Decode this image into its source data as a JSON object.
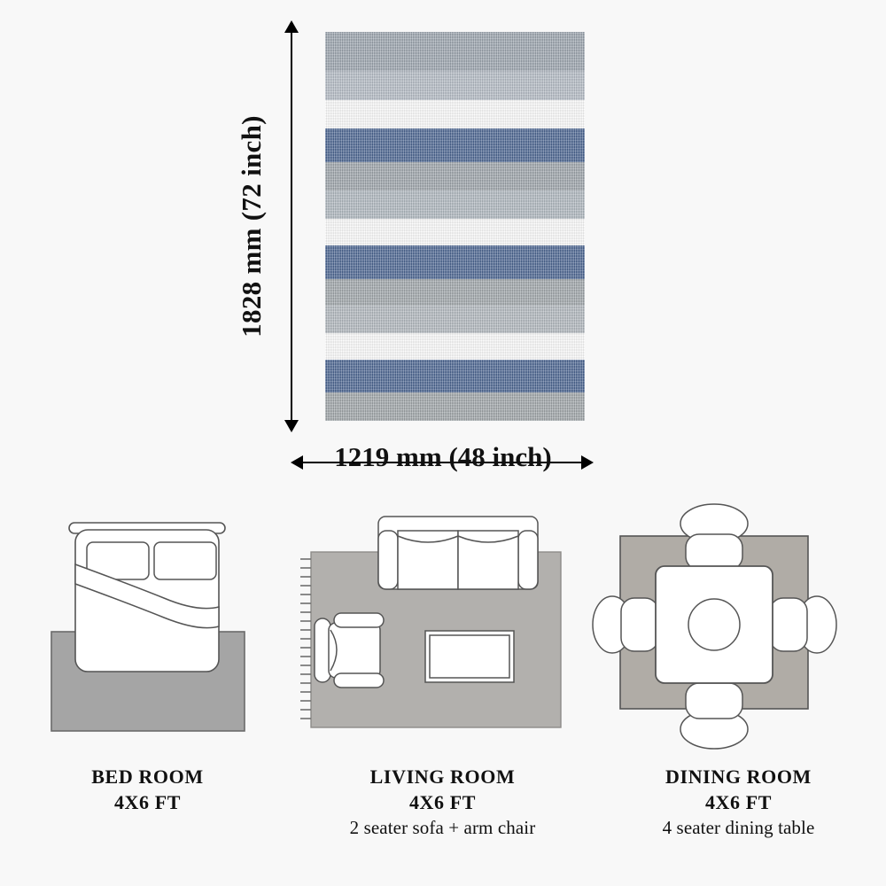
{
  "background_color": "#f8f8f8",
  "specimen": {
    "height_label": "1828 mm (72 inch)",
    "width_label": "1219 mm (48 inch)",
    "arrow_color": "#000000",
    "rug": {
      "description": "striped flatweave rug swatch",
      "stripes": [
        {
          "color": "#9aa3ad",
          "height": 48
        },
        {
          "color": "#b3bbc4",
          "height": 36
        },
        {
          "color": "#fbfbfb",
          "height": 35
        },
        {
          "color": "#4a6490",
          "height": 41
        },
        {
          "color": "#9ca3a9",
          "height": 35
        },
        {
          "color": "#aeb6be",
          "height": 35
        },
        {
          "color": "#fbfbfb",
          "height": 33
        },
        {
          "color": "#4a6490",
          "height": 41
        },
        {
          "color": "#9fa5a9",
          "height": 33
        },
        {
          "color": "#b0b7bd",
          "height": 34
        },
        {
          "color": "#fbfbfb",
          "height": 33
        },
        {
          "color": "#4a6490",
          "height": 40
        },
        {
          "color": "#9ea4a8",
          "height": 35
        }
      ]
    }
  },
  "rooms": [
    {
      "id": "bed-room",
      "title": "BED ROOM",
      "size": "4X6 FT",
      "note": "",
      "rug_color": "#a5a5a5",
      "rug_border": "#6b6b6b",
      "furniture": "bed with two pillows and blanket"
    },
    {
      "id": "living-room",
      "title": "LIVING ROOM",
      "size": "4X6 FT",
      "note": "2 seater sofa + arm chair",
      "rug_color": "#b2b0ad",
      "rug_border": "#6b6b6b",
      "furniture": "2 seater sofa, arm chair, coffee table"
    },
    {
      "id": "dining-room",
      "title": "DINING ROOM",
      "size": "4X6 FT",
      "note": "4 seater dining table",
      "rug_color": "#b0aca6",
      "rug_border": "#555555",
      "furniture": "square dining table with 4 chairs"
    }
  ]
}
